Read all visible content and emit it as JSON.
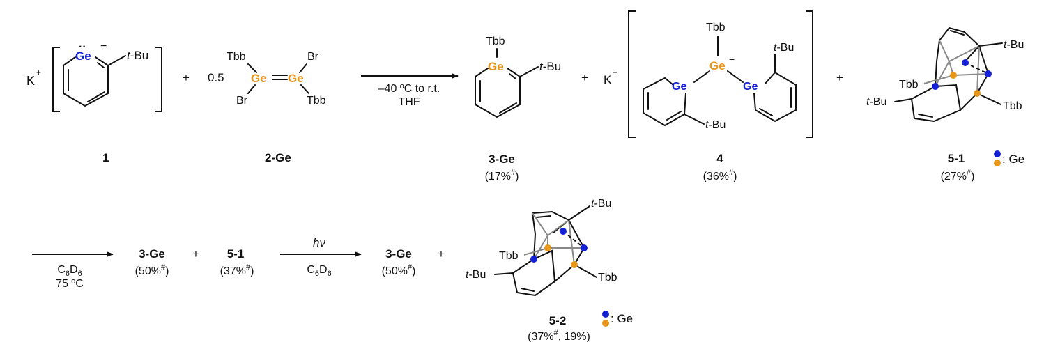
{
  "colors": {
    "ge_blue": "#1420d8",
    "ge_orange": "#e8961a",
    "ink": "#111111",
    "cage_gray": "#888888"
  },
  "labels": {
    "k_plus": "K",
    "plus_sup": "+",
    "minus": "−",
    "ge": "Ge",
    "tbu_t": "t",
    "tbu_rest": "-Bu",
    "tbb": "Tbb",
    "br": "Br",
    "plus": "+",
    "half": "0.5",
    "lone_pair": "··",
    "ge_legend": ": Ge"
  },
  "compounds": {
    "c1": {
      "name": "1"
    },
    "c2": {
      "name": "2-Ge"
    },
    "c3": {
      "name": "3-Ge",
      "yield": "(17%",
      "mark": "#",
      "close": ")"
    },
    "c4": {
      "name": "4",
      "yield": "(36%",
      "mark": "#",
      "close": ")"
    },
    "c51": {
      "name": "5-1",
      "yield": "(27%",
      "mark": "#",
      "close": ")"
    },
    "c52": {
      "name": "5-2",
      "yield": "(37%",
      "mark": "#",
      "close": ", 19%)"
    }
  },
  "arrows": {
    "a1": {
      "line1": "–40 ºC to r.t.",
      "line2": "THF"
    },
    "a2": {
      "pre": "C",
      "sub1": "6",
      "mid": "D",
      "sub2": "6",
      "line2": "75 ºC"
    },
    "a3": {
      "above": "hν",
      "pre": "C",
      "sub1": "6",
      "mid": "D",
      "sub2": "6"
    }
  },
  "row2": {
    "p1": {
      "name": "3-Ge",
      "yield": "(50%",
      "mark": "#",
      "close": ")"
    },
    "p2": {
      "name": "5-1",
      "yield": "(37%",
      "mark": "#",
      "close": ")"
    },
    "p3": {
      "name": "3-Ge",
      "yield": "(50%",
      "mark": "#",
      "close": ")"
    }
  }
}
